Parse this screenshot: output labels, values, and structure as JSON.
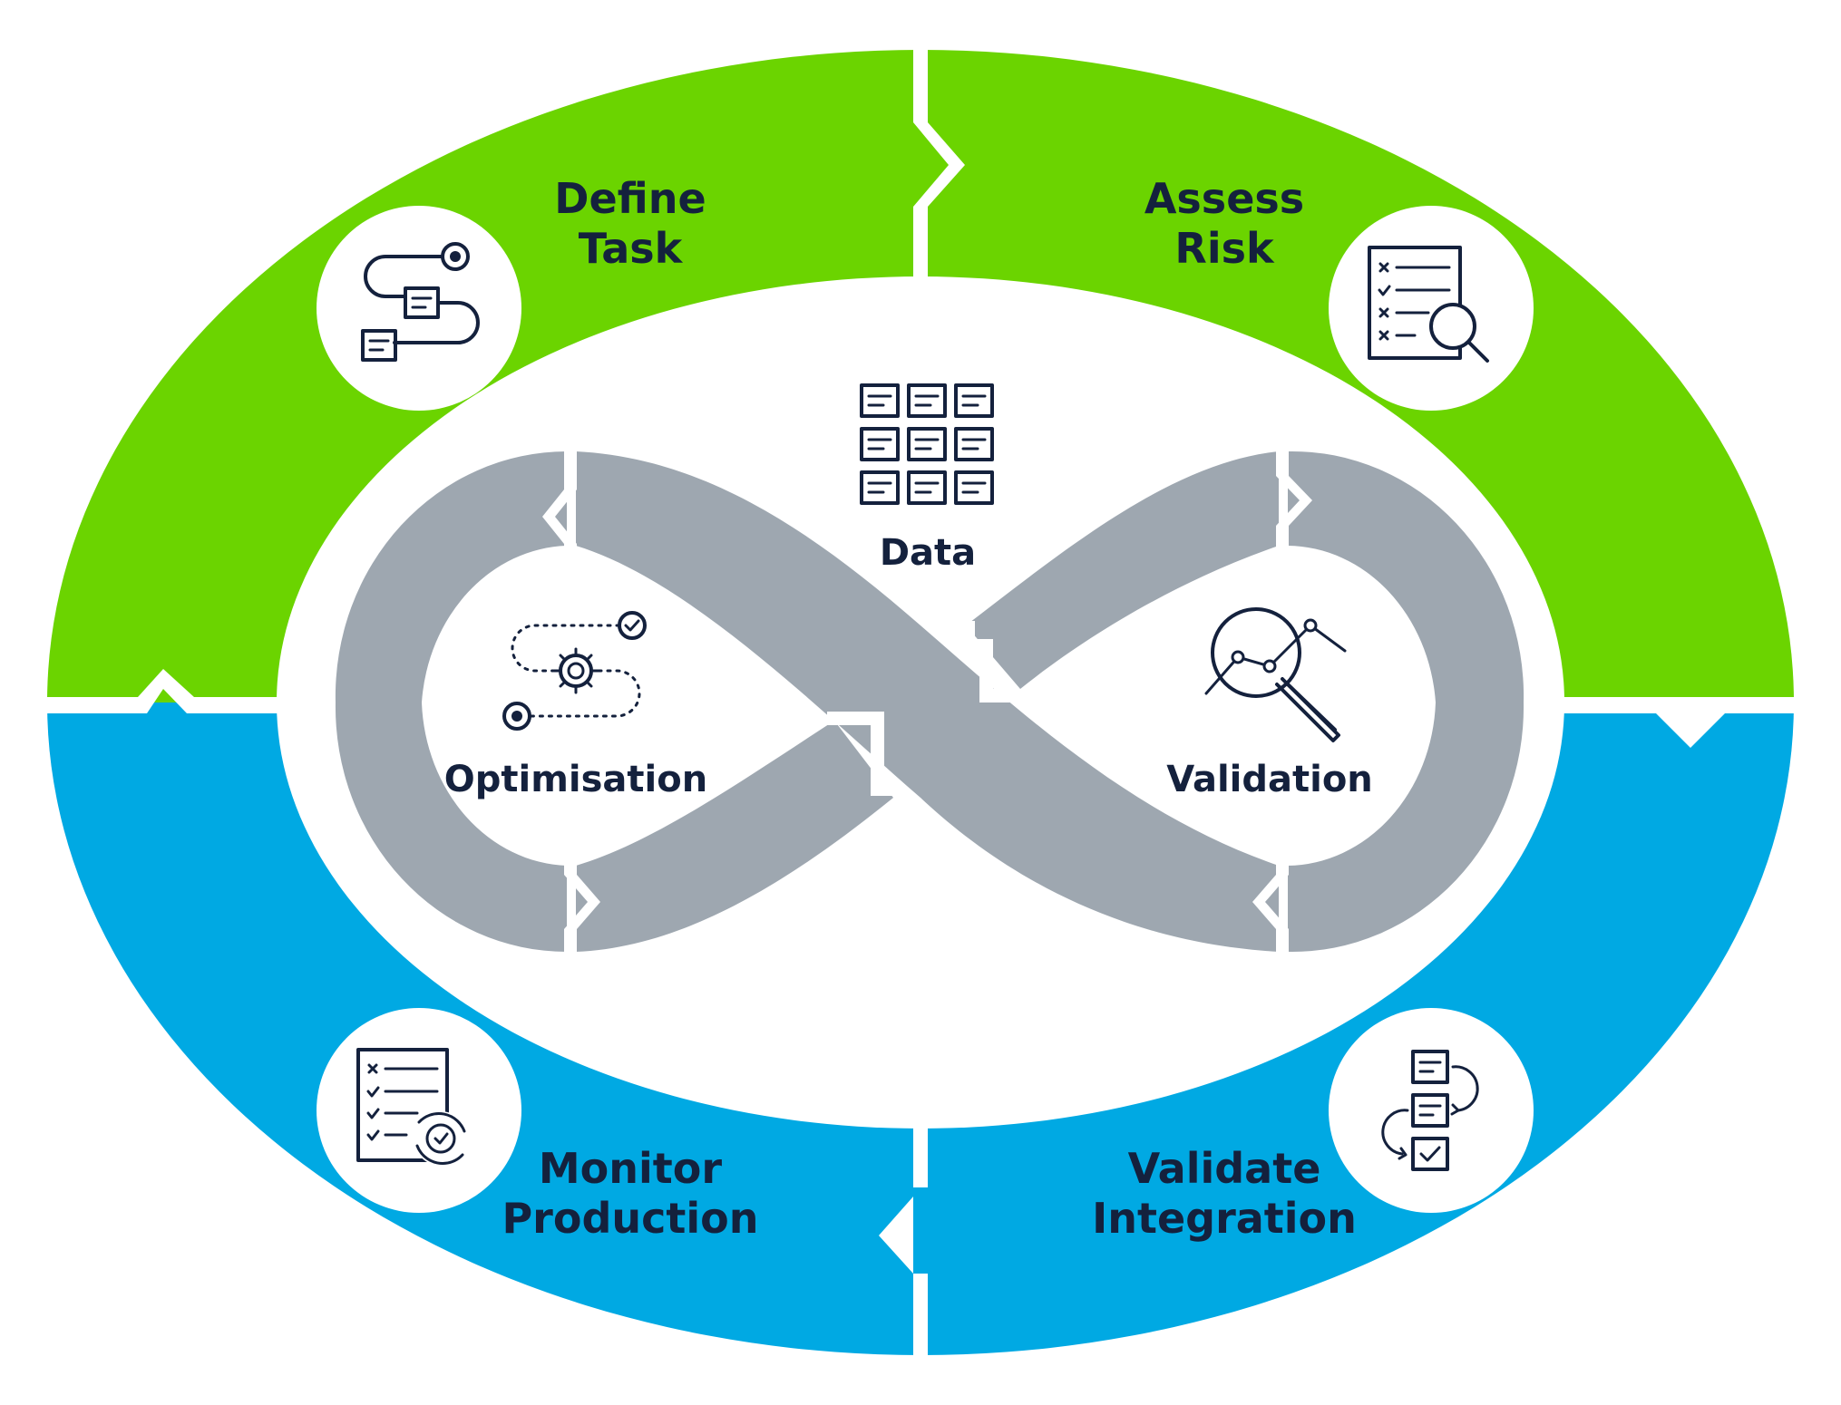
{
  "stages": {
    "define_task": {
      "line1": "Define",
      "line2": "Task",
      "icon": "workflow-icon"
    },
    "assess_risk": {
      "line1": "Assess",
      "line2": "Risk",
      "icon": "checklist-magnifier-icon"
    },
    "monitor_production": {
      "line1": "Monitor",
      "line2": "Production",
      "icon": "checklist-gear-icon"
    },
    "validate_integration": {
      "line1": "Validate",
      "line2": "Integration",
      "icon": "document-flow-icon"
    }
  },
  "inner": {
    "data": {
      "label": "Data",
      "icon": "data-grid-icon"
    },
    "optimisation": {
      "label": "Optimisation",
      "icon": "gear-path-icon"
    },
    "validation": {
      "label": "Validation",
      "icon": "magnifier-chart-icon"
    }
  },
  "colors": {
    "green": "#6bd400",
    "blue": "#00a9e3",
    "grey": "#9ea7b0",
    "text": "#14213d",
    "white": "#ffffff"
  }
}
